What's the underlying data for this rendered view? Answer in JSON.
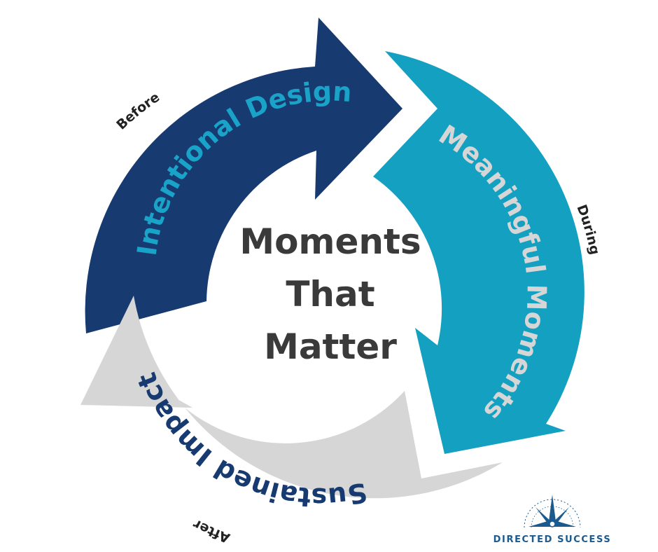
{
  "center": {
    "line1": "Moments",
    "line2": "That",
    "line3": "Matter"
  },
  "arrows": [
    {
      "label": "Intentional Design",
      "phase": "Before",
      "color": "#173a70",
      "text_color": "#1aa3c8"
    },
    {
      "label": "Meaningful Moments",
      "phase": "During",
      "color": "#14a0c1",
      "text_color": "#d6d6d6"
    },
    {
      "label": "Sustained Impact",
      "phase": "After",
      "color": "#d6d6d6",
      "text_color": "#173a70"
    }
  ],
  "logo": {
    "text": "DIRECTED SUCCESS",
    "icon": "compass-star-icon",
    "color": "#1b5a8e"
  }
}
